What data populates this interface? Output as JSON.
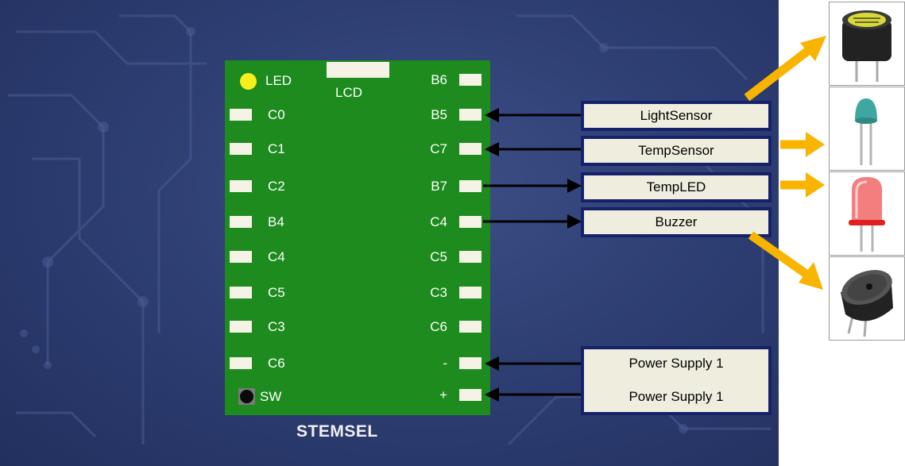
{
  "board": {
    "title": "STEMSEL",
    "led_label": "LED",
    "lcd_label": "LCD",
    "switch_label": "SW",
    "left_pins": [
      "C0",
      "C1",
      "C2",
      "B4",
      "C4",
      "C5",
      "C3",
      "C6"
    ],
    "right_pins": [
      "B6",
      "B5",
      "C7",
      "B7",
      "C4",
      "C5",
      "C3",
      "C6",
      "-",
      "+"
    ]
  },
  "components": {
    "light_sensor": "LightSensor",
    "temp_sensor": "TempSensor",
    "temp_led": "TempLED",
    "buzzer": "Buzzer",
    "power_supply_1": "Power Supply 1",
    "power_supply_2": "Power Supply 1"
  },
  "connections": [
    {
      "pin": "B5",
      "component": "LightSensor",
      "direction": "input"
    },
    {
      "pin": "C7",
      "component": "TempSensor",
      "direction": "input"
    },
    {
      "pin": "B7",
      "component": "TempLED",
      "direction": "output"
    },
    {
      "pin": "C4",
      "component": "Buzzer",
      "direction": "output"
    },
    {
      "pin": "-",
      "component": "Power Supply 1",
      "direction": "input"
    },
    {
      "pin": "+",
      "component": "Power Supply 1",
      "direction": "input"
    }
  ],
  "images": [
    "light-sensor-image",
    "temp-sensor-image",
    "led-image",
    "buzzer-image"
  ],
  "colors": {
    "board_green": "#1d8b1d",
    "pad_cream": "#f4f3e6",
    "led_yellow": "#f7ef1c",
    "box_border": "#17216a",
    "box_fill": "#efeede",
    "arrow_orange": "#f9b400"
  }
}
